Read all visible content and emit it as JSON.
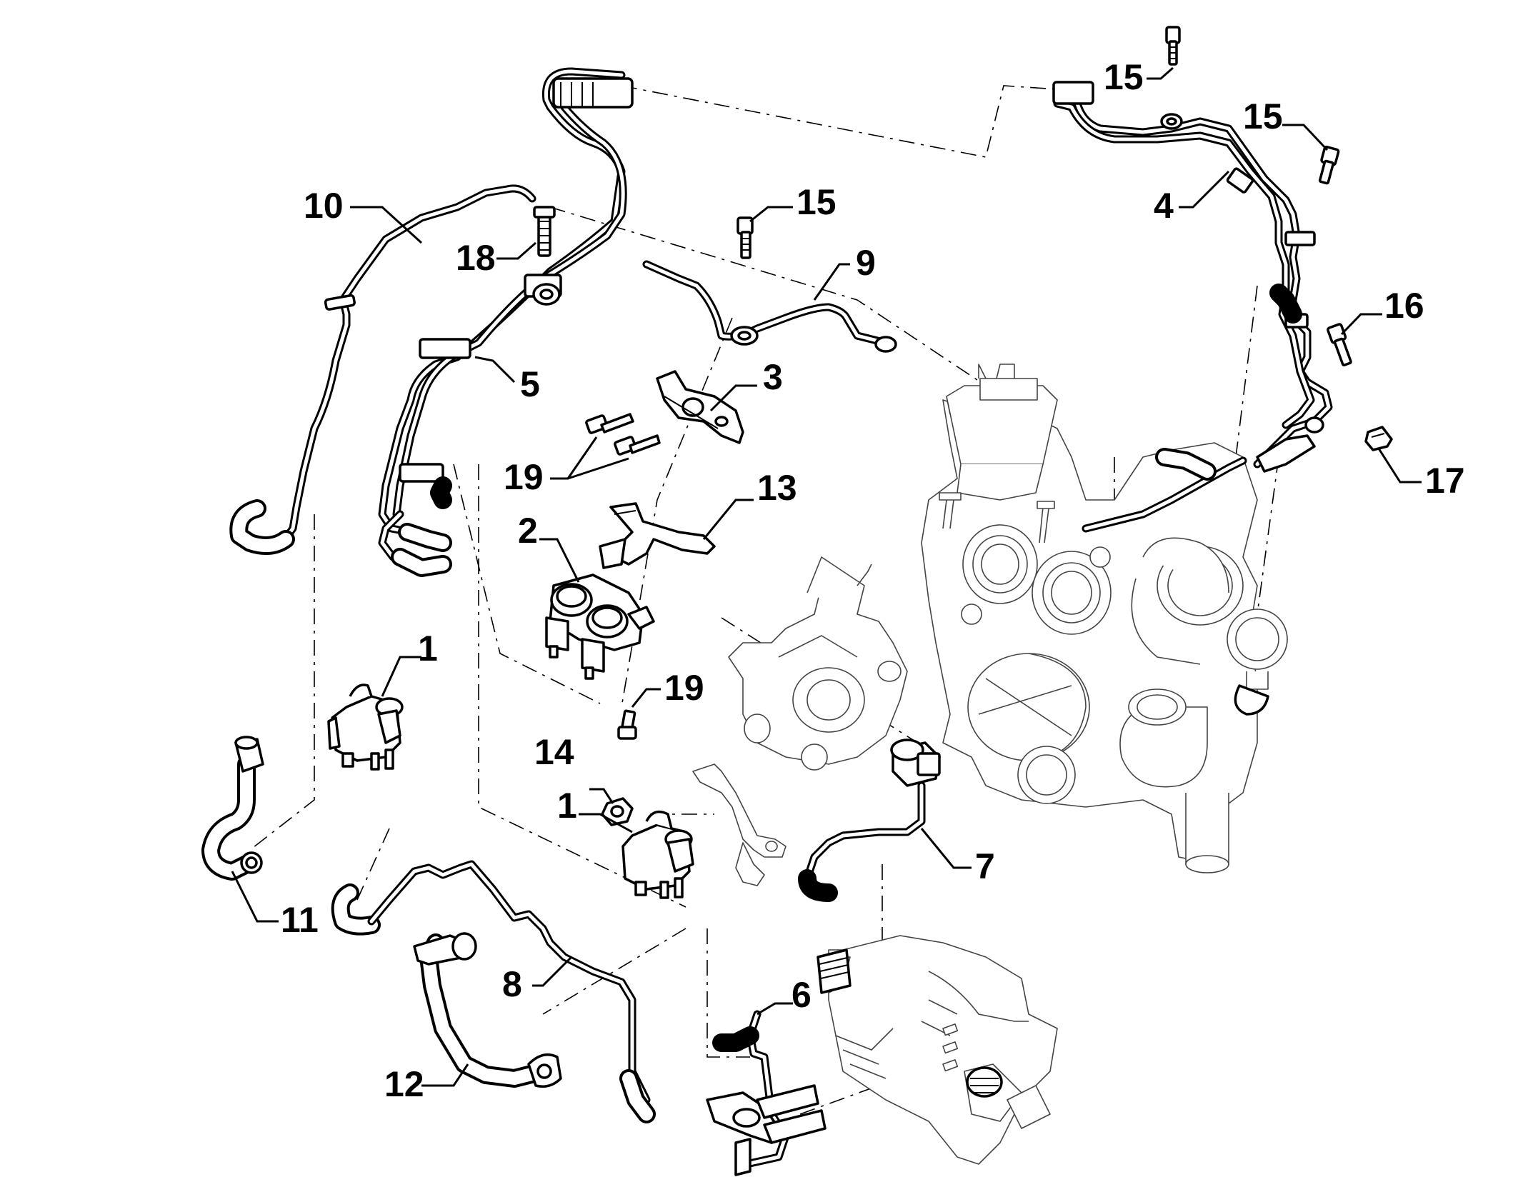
{
  "callouts": [
    {
      "id": "label-10",
      "text": "10"
    },
    {
      "id": "label-18",
      "text": "18"
    },
    {
      "id": "label-5",
      "text": "5"
    },
    {
      "id": "label-15a",
      "text": "15"
    },
    {
      "id": "label-9",
      "text": "9"
    },
    {
      "id": "label-3",
      "text": "3"
    },
    {
      "id": "label-19a",
      "text": "19"
    },
    {
      "id": "label-13",
      "text": "13"
    },
    {
      "id": "label-2",
      "text": "2"
    },
    {
      "id": "label-1a",
      "text": "1"
    },
    {
      "id": "label-19b",
      "text": "19"
    },
    {
      "id": "label-14",
      "text": "14"
    },
    {
      "id": "label-1b",
      "text": "1"
    },
    {
      "id": "label-11",
      "text": "11"
    },
    {
      "id": "label-8",
      "text": "8"
    },
    {
      "id": "label-12",
      "text": "12"
    },
    {
      "id": "label-6",
      "text": "6"
    },
    {
      "id": "label-7",
      "text": "7"
    },
    {
      "id": "label-15b",
      "text": "15"
    },
    {
      "id": "label-15c",
      "text": "15"
    },
    {
      "id": "label-4",
      "text": "4"
    },
    {
      "id": "label-16",
      "text": "16"
    },
    {
      "id": "label-17",
      "text": "17"
    }
  ]
}
